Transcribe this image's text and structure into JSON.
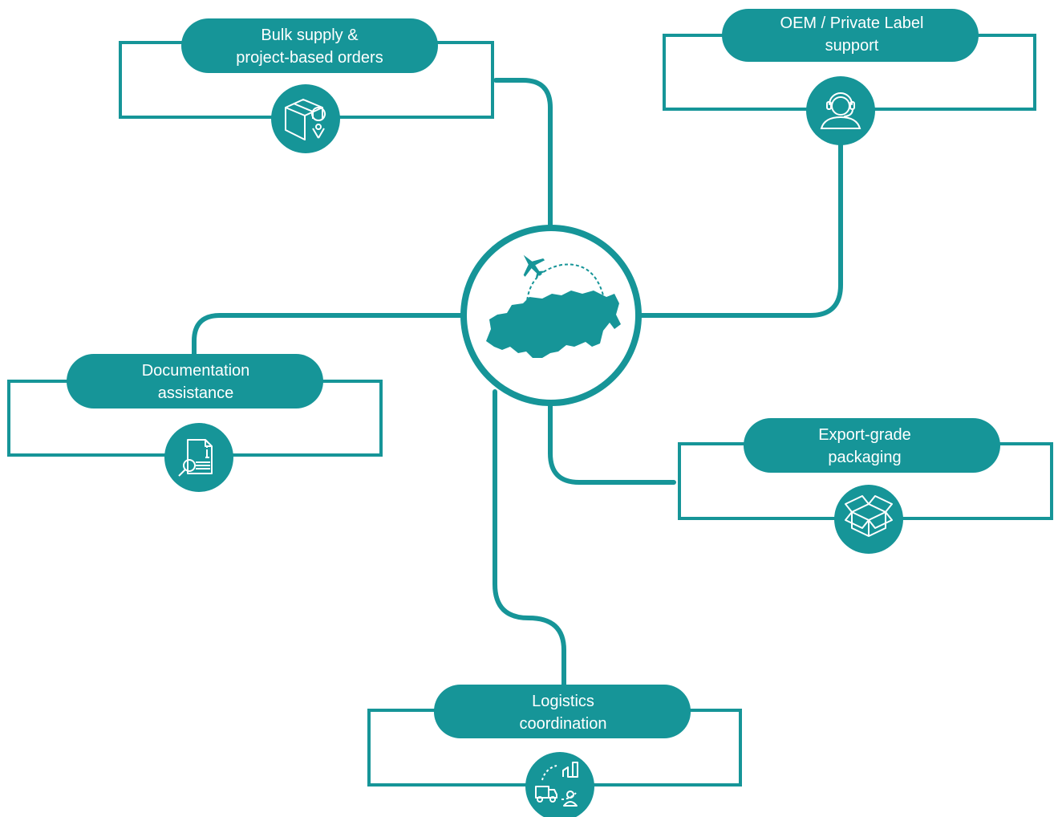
{
  "colors": {
    "teal": "#169598",
    "white": "#ffffff"
  },
  "hub": {
    "icon": "russia-map-with-airplane-icon"
  },
  "nodes": [
    {
      "id": "bulk",
      "lines": [
        "Bulk supply &",
        "project-based orders"
      ],
      "icon": "box-location-icon"
    },
    {
      "id": "oem",
      "lines": [
        "OEM / Private Label",
        "support"
      ],
      "icon": "headset-support-icon"
    },
    {
      "id": "docs",
      "lines": [
        "Documentation",
        "assistance"
      ],
      "icon": "document-info-icon"
    },
    {
      "id": "packaging",
      "lines": [
        "Export-grade",
        "packaging"
      ],
      "icon": "open-box-icon"
    },
    {
      "id": "logistics",
      "lines": [
        "Logistics",
        "coordination"
      ],
      "icon": "truck-warehouse-icon"
    }
  ]
}
